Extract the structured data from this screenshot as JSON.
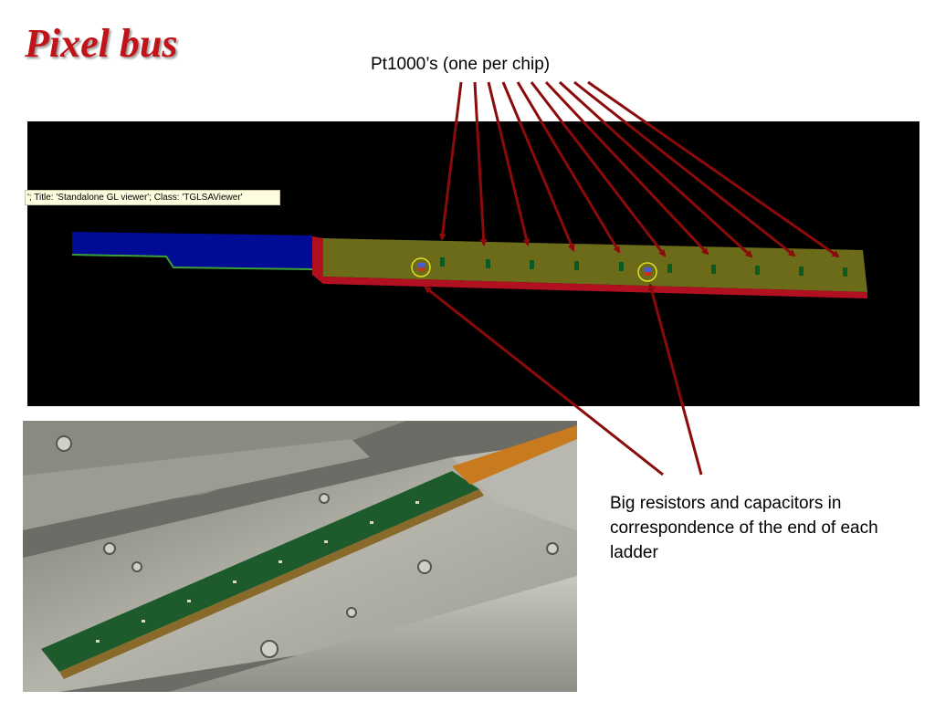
{
  "slide": {
    "title": "Pixel bus"
  },
  "annotations": {
    "top_label": "Pt1000’s (one per chip)",
    "bottom_label": "Big resistors and capacitors in correspondence of the end of each ladder"
  },
  "viewer": {
    "tooltip": "'; Title: 'Standalone GL viewer'; Class: 'TGLSAViewer'"
  },
  "colors": {
    "title": "#c0141a",
    "arrow": "#8b0a0a",
    "bus_olive": "#6b6b1a",
    "bus_edge_red": "#b01020",
    "extender_blue": "#000c96",
    "pt1000_green": "#0a5a22",
    "highlight_circle": "#e0e020"
  }
}
